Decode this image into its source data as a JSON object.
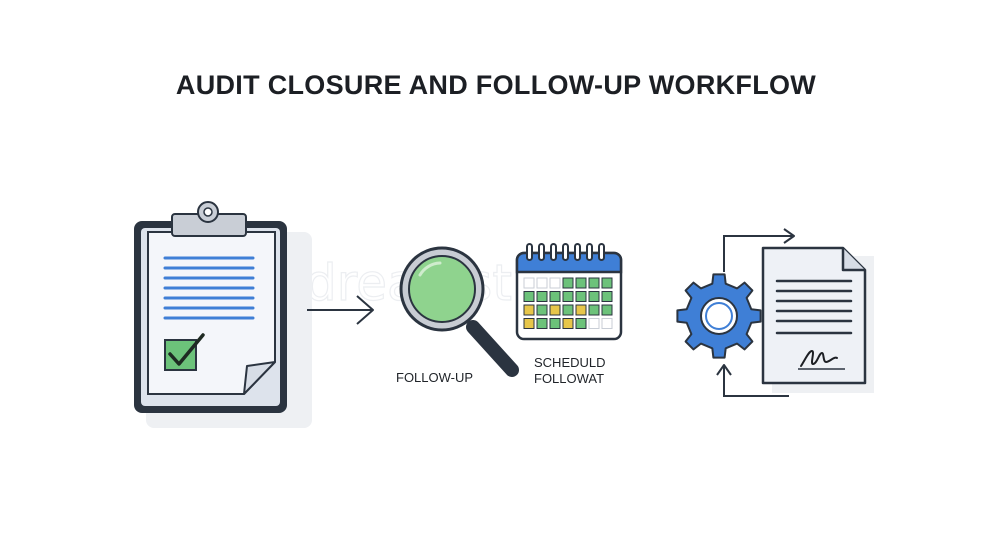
{
  "title": "AUDIT CLOSURE AND FOLLOW-UP WORKFLOW",
  "steps": [
    {
      "icon": "clipboard-checklist-icon"
    },
    {
      "icon": "magnifying-glass-icon",
      "label": "FOLLOW-UP"
    },
    {
      "icon": "calendar-icon",
      "label_line1": "SCHEDULD",
      "label_line2": "FOLLOWAT"
    },
    {
      "icon": "gear-document-cycle-icon"
    }
  ],
  "watermark": "dreamstime",
  "colors": {
    "outline": "#2b3440",
    "accent_blue": "#3f7fd6",
    "check_green": "#6cc27a",
    "lens_green": "#8fd38e",
    "calendar_yellow": "#e7c64a",
    "paper": "#eef1f6"
  }
}
